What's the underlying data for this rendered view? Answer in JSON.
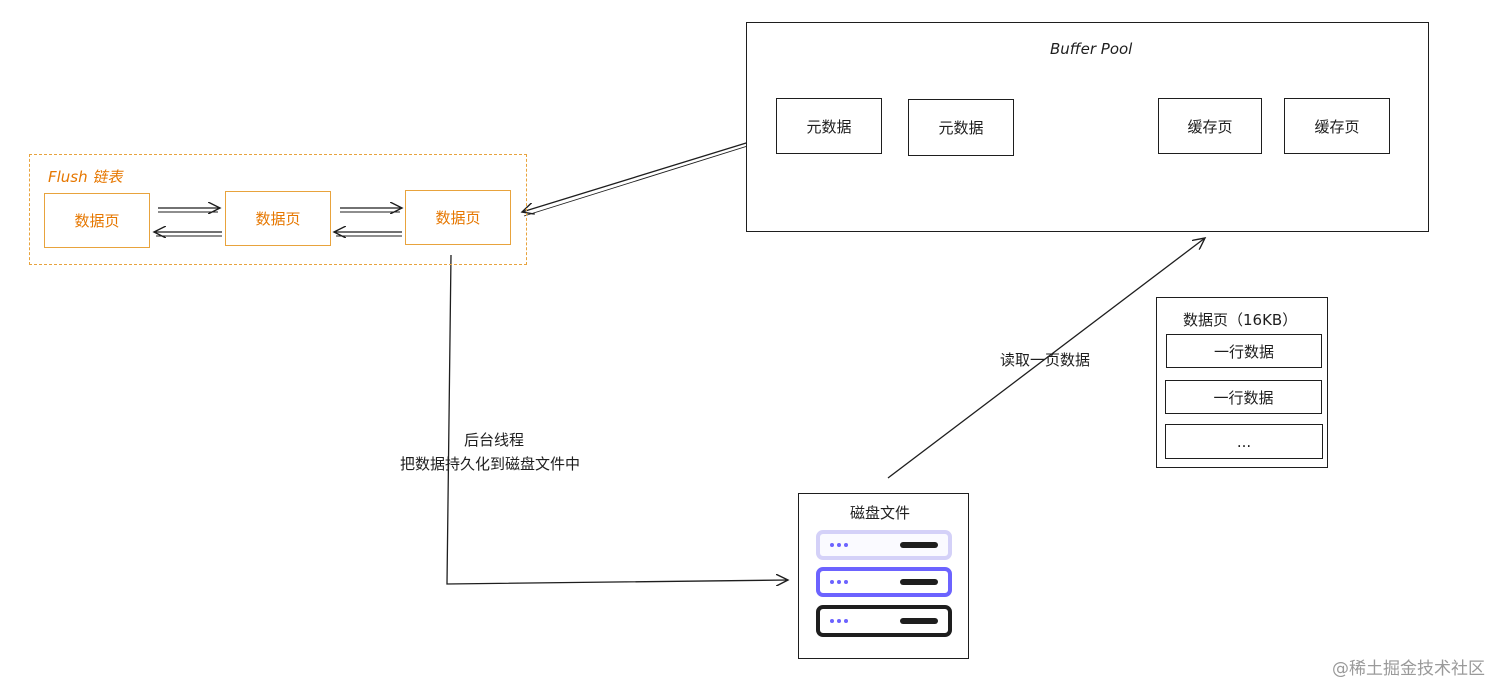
{
  "buffer_pool": {
    "title": "Buffer Pool",
    "meta_boxes": [
      "元数据",
      "元数据"
    ],
    "cache_boxes": [
      "缓存页",
      "缓存页"
    ]
  },
  "flush_list": {
    "title": "Flush 链表",
    "pages": [
      "数据页",
      "数据页",
      "数据页"
    ]
  },
  "data_page": {
    "title": "数据页（16KB）",
    "rows": [
      "一行数据",
      "一行数据",
      "..."
    ]
  },
  "disk": {
    "title": "磁盘文件",
    "rows": [
      {
        "level": "light",
        "color": "#a5a0f0",
        "dot_color": "#6c63ff"
      },
      {
        "level": "medium",
        "color": "#6c63ff",
        "dot_color": "#6c63ff"
      },
      {
        "level": "dark",
        "color": "#1e1e1e",
        "dot_color": "#6c63ff"
      }
    ]
  },
  "labels": {
    "read_page": "读取一页数据",
    "bg_thread_line1": "后台线程",
    "bg_thread_line2": "把数据持久化到磁盘文件中"
  },
  "watermark": "@稀土掘金技术社区",
  "colors": {
    "orange": "#e67700",
    "ink": "#1e1e1e",
    "disk_accent": "#6c63ff"
  }
}
